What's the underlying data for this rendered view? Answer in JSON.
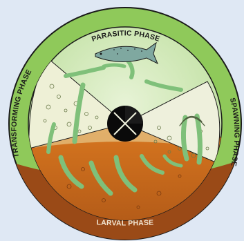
{
  "diagram": {
    "phases": {
      "parasitic": "PARASITIC PHASE",
      "spawning": "SPAWNING PHASE",
      "larval": "LARVAL PHASE",
      "transforming": "TRANSFORMING PHASE"
    },
    "colors": {
      "background": "#dfe8f4",
      "outer_ring": "#8fc95a",
      "parasitic_water": "#cfe8b4",
      "spawning_bed": "#eef0dc",
      "larval_mud": "#c8691f",
      "larval_ring": "#9a4a17",
      "lamprey": "#7fc07a",
      "fish": "#7fa8a0",
      "center_hub": "#0a0a0a",
      "outline": "#1a1a1a"
    }
  }
}
